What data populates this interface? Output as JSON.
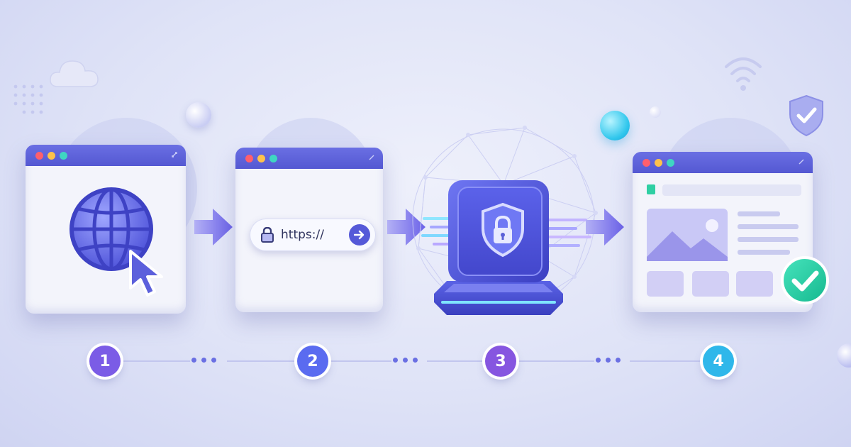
{
  "url_bar": {
    "text": "https://"
  },
  "steps": [
    {
      "label": "1",
      "color": "#7b5ce6"
    },
    {
      "label": "2",
      "color": "#5a6bf0"
    },
    {
      "label": "3",
      "color": "#8656e0"
    },
    {
      "label": "4",
      "color": "#2fb7ea"
    }
  ],
  "colors": {
    "accent": "#5a5fd8",
    "accent_light": "#8f8ff0",
    "success": "#1fc9a0",
    "cyan": "#3fd6e8"
  },
  "icons": [
    "globe-icon",
    "cursor-icon",
    "lock-icon",
    "arrow-right-icon",
    "shield-lock-icon",
    "image-icon",
    "check-icon",
    "cloud-icon",
    "wifi-icon",
    "shield-check-icon"
  ]
}
